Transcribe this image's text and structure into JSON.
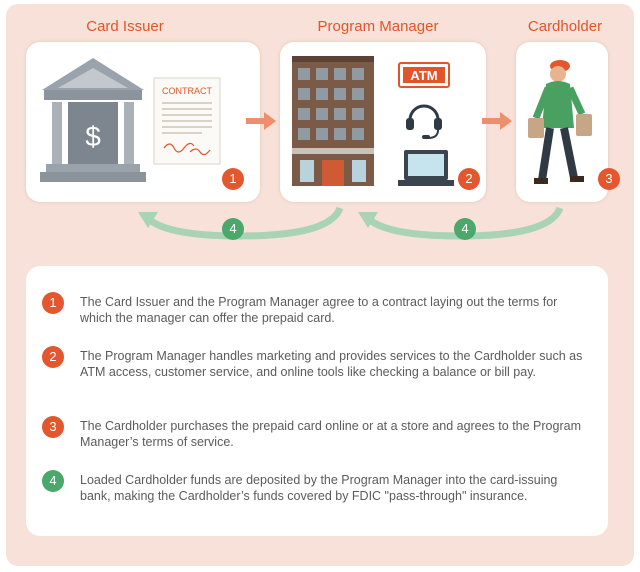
{
  "columns": {
    "issuer": "Card Issuer",
    "manager": "Program Manager",
    "holder": "Cardholder"
  },
  "icons": {
    "contract_label": "CONTRACT",
    "atm_label": "ATM",
    "dollar": "$"
  },
  "badges": [
    "1",
    "2",
    "3",
    "4",
    "4"
  ],
  "steps": [
    {
      "num": "1",
      "color": "#e4572e",
      "text": "The Card Issuer and the Program Manager agree to a contract laying out the terms for which the manager can offer the prepaid card."
    },
    {
      "num": "2",
      "color": "#e4572e",
      "text": "The Program Manager handles marketing and provides services to the Cardholder such as ATM access, customer service, and online tools like checking a balance or bill pay."
    },
    {
      "num": "3",
      "color": "#e4572e",
      "text": "The Cardholder purchases the prepaid card online or at a store and agrees to the Program Manager’s terms of service."
    },
    {
      "num": "4",
      "color": "#4aa86b",
      "text": "Loaded Cardholder funds are deposited by the Program Manager into the card-issuing bank, making the Cardholder’s funds covered by FDIC \"pass-through\" insurance."
    }
  ],
  "colors": {
    "accent": "#e2552b",
    "green": "#4aa86b",
    "background": "#f7e1d8"
  }
}
